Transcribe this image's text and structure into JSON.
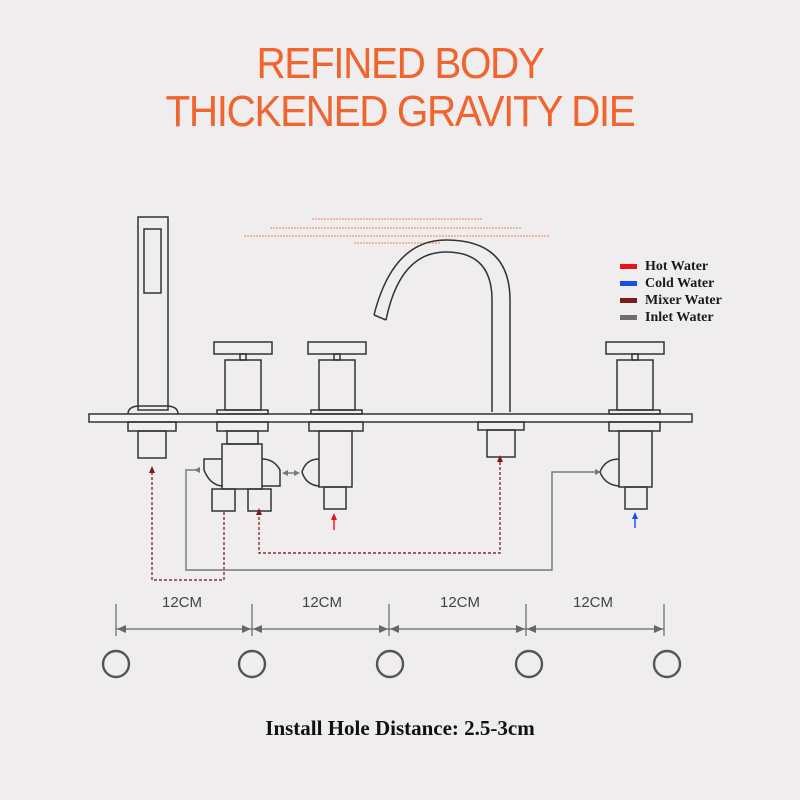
{
  "heading": {
    "line1": "REFINED BODY",
    "line2": "THICKENED GRAVITY DIE"
  },
  "legend": [
    {
      "label": "Hot Water",
      "color": "#e8141c"
    },
    {
      "label": "Cold Water",
      "color": "#1452e6"
    },
    {
      "label": "Mixer Water",
      "color": "#7a1c1c"
    },
    {
      "label": "Inlet Water",
      "color": "#6e6e6e"
    }
  ],
  "dimensions": [
    "12CM",
    "12CM",
    "12CM",
    "12CM"
  ],
  "footer": "Install Hole Distance: 2.5-3cm"
}
